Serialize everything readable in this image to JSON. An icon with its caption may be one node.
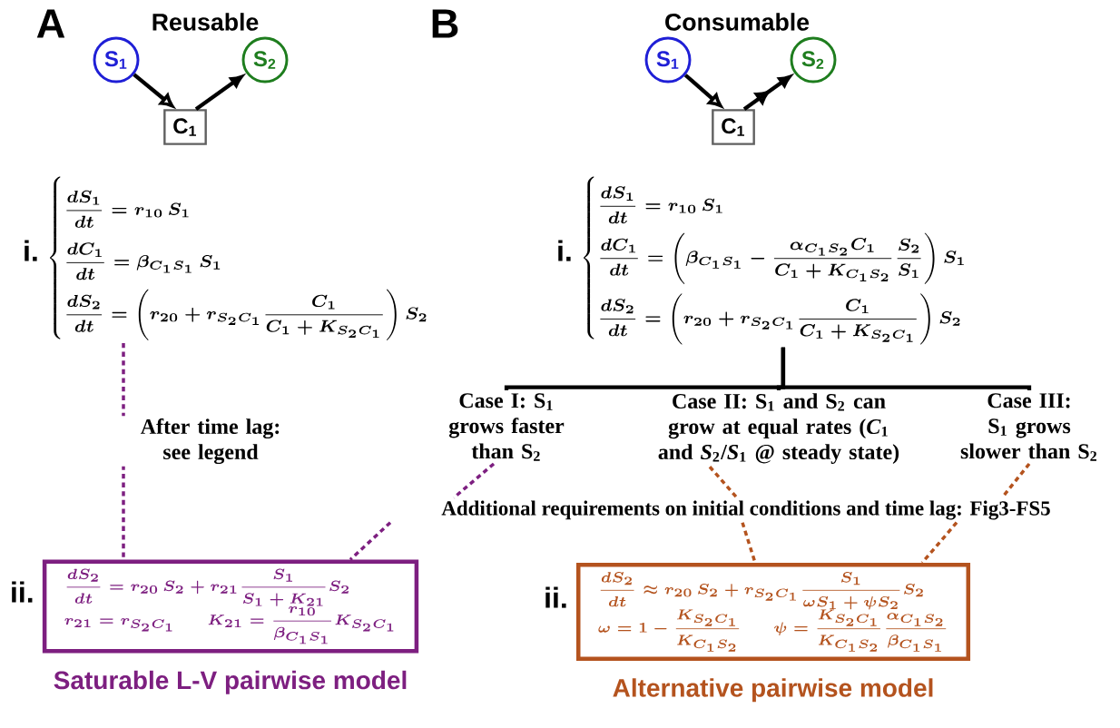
{
  "diagram": {
    "nodes": [
      {
        "text": [
          "S$_{1}$"
        ]
      },
      {
        "text": [
          "S$_{2}$"
        ]
      },
      {
        "text": [
          "C$_{1}$"
        ]
      },
      {
        "text": [
          "S$_{1}$"
        ]
      },
      {
        "text": [
          "S$_{2}$"
        ]
      },
      {
        "text": [
          "C$_{1}$"
        ]
      },
      {
        "text": [
          "\\begin{cases}\\dfrac{dS_1}{dt}=r_{10}\\,S_1\\\\ \\dfrac{dC_1}{dt}=\\beta_{C_1S_1}\\,S_1\\\\ \\dfrac{dS_2}{dt}=\\left(r_{20}+r_{S_2C_1}\\dfrac{C_1}{C_1+K_{S_2C_1}}\\right)S_2\\end{cases}"
        ],
        "beside": [
          "i."
        ]
      },
      {
        "text": [
          "\\begin{cases}\\dfrac{dS_1}{dt}=r_{10}\\,S_1\\\\ \\dfrac{dC_1}{dt}=\\left(\\beta_{C_1S_1}-\\dfrac{\\alpha_{C_1S_2}C_1}{C_1+K_{C_1S_2}}\\dfrac{S_2}{S_1}\\right)S_1\\\\ \\dfrac{dS_2}{dt}=\\left(r_{20}+r_{S_2C_1}\\dfrac{C_1}{C_1+K_{S_2C_1}}\\right)S_2\\end{cases}"
        ],
        "beside": [
          "i."
        ]
      },
      {
        "text": [
          "Case I: S$_{1}$ grows faster than S$_{2}$"
        ]
      },
      {
        "text": [
          "Case II: S$_{1}$ and S$_{2}$ can grow at equal rates (*C*$_{1}$ and *S*$_{2}$/*S*$_{1}$ @ steady state)"
        ]
      },
      {
        "text": [
          "Case III: S$_{1}$ grows slower than S$_{2}$"
        ]
      },
      {
        "text": [
          "Additional requirements on initial conditions and time lag: Fig3-FS5"
        ]
      },
      {
        "text": [
          "\\begin{array}{l}\\dfrac{dS_2}{dt}=r_{20}\\,S_2+r_{21}\\dfrac{S_1}{S_1+K_{21}}S_2\\\\[4pt] r_{21}=r_{S_2C_1}\\qquad K_{21}=\\dfrac{r_{10}}{\\beta_{C_1S_1}}K_{S_2C_1}\\end{array}",
          "Saturable L-V pairwise model"
        ],
        "beside": [
          "ii."
        ]
      },
      {
        "text": [
          "\\begin{array}{l}\\dfrac{dS_2}{dt}\\approx r_{20}\\,S_2+r_{S_2C_1}\\dfrac{S_1}{\\omega S_1+\\psi S_2}S_2\\\\[4pt] \\omega=1-\\dfrac{K_{S_2C_1}}{K_{C_1S_2}}\\qquad\\psi=\\dfrac{K_{S_2C_1}}{K_{C_1S_2}}\\dfrac{\\alpha_{C_1S_2}}{\\beta_{C_1S_1}}\\end{array}",
          "Alternative pairwise model"
        ],
        "beside": [
          "ii."
        ]
      }
    ],
    "edges": [
      {
        "from": 0,
        "to": 2,
        "arrow": "to"
      },
      {
        "from": 2,
        "to": 1,
        "arrow": "to"
      },
      {
        "from": 3,
        "to": 5,
        "arrow": "to"
      },
      {
        "from": 5,
        "to": 4,
        "arrow": "to"
      },
      {
        "from": 7,
        "to": 8,
        "arrow": "none"
      },
      {
        "from": 7,
        "to": 9,
        "arrow": "none"
      },
      {
        "from": 7,
        "to": 10,
        "arrow": "none"
      },
      {
        "from": 6,
        "to": 12,
        "arrow": "none",
        "style": "dashed",
        "color": "#7d1f80",
        "label": "After time lag: see legend"
      },
      {
        "from": 8,
        "to": 11,
        "arrow": "none",
        "style": "dashed",
        "color": "#7d1f80"
      },
      {
        "from": 11,
        "to": 12,
        "arrow": "none",
        "style": "dashed",
        "color": "#7d1f80"
      },
      {
        "from": 9,
        "to": 11,
        "arrow": "none",
        "style": "dashed",
        "color": "#b4531e"
      },
      {
        "from": 10,
        "to": 11,
        "arrow": "none",
        "style": "dashed",
        "color": "#b4531e"
      },
      {
        "from": 11,
        "to": 13,
        "arrow": "none",
        "style": "dashed",
        "color": "#b4531e"
      },
      {
        "from": 11,
        "to": 13,
        "arrow": "none",
        "style": "dashed",
        "color": "#b4531e"
      }
    ],
    "labels": [
      "A",
      "Reusable",
      "B",
      "Consumable"
    ]
  }
}
